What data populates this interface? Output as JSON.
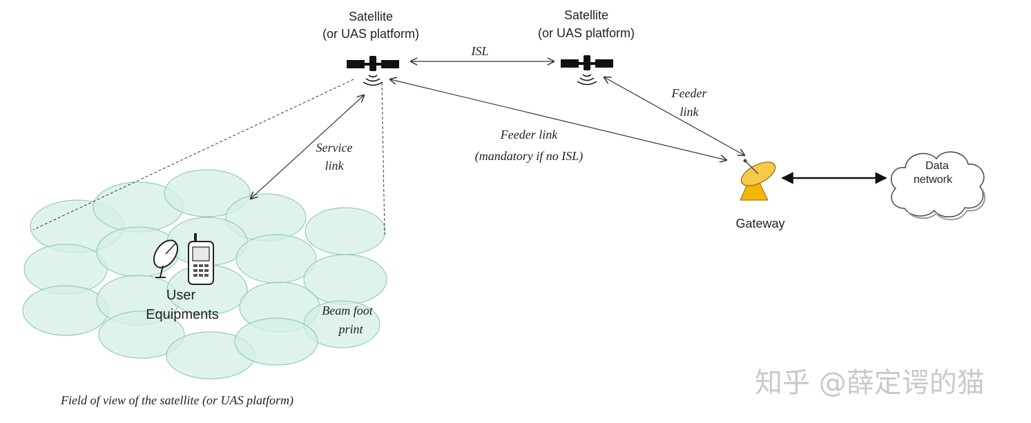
{
  "satellite_left": {
    "line1": "Satellite",
    "line2": "(or UAS platform)"
  },
  "satellite_right": {
    "line1": "Satellite",
    "line2": "(or UAS platform)"
  },
  "isl_label": "ISL",
  "feeder_link_top": {
    "line1": "Feeder",
    "line2": "link"
  },
  "feeder_link_main": {
    "line1": "Feeder link",
    "line2": "(mandatory if no ISL)"
  },
  "service_link": {
    "line1": "Service",
    "line2": "link"
  },
  "gateway_label": "Gateway",
  "data_network": {
    "line1": "Data",
    "line2": "network"
  },
  "user_equipments": {
    "line1": "User",
    "line2": "Equipments"
  },
  "beam_footprint": {
    "line1": "Beam foot",
    "line2": "print"
  },
  "field_of_view": "Field of view of the satellite (or UAS platform)",
  "watermark": "知乎 @薛定谔的猫",
  "colors": {
    "beam_fill": "#d6efe4",
    "beam_stroke": "#8fd0b4",
    "dish_yellow": "#f2b705",
    "line": "#333333"
  },
  "icons": [
    "satellite-icon",
    "dish-icon",
    "phone-icon",
    "gateway-dish-icon",
    "cloud-icon"
  ]
}
